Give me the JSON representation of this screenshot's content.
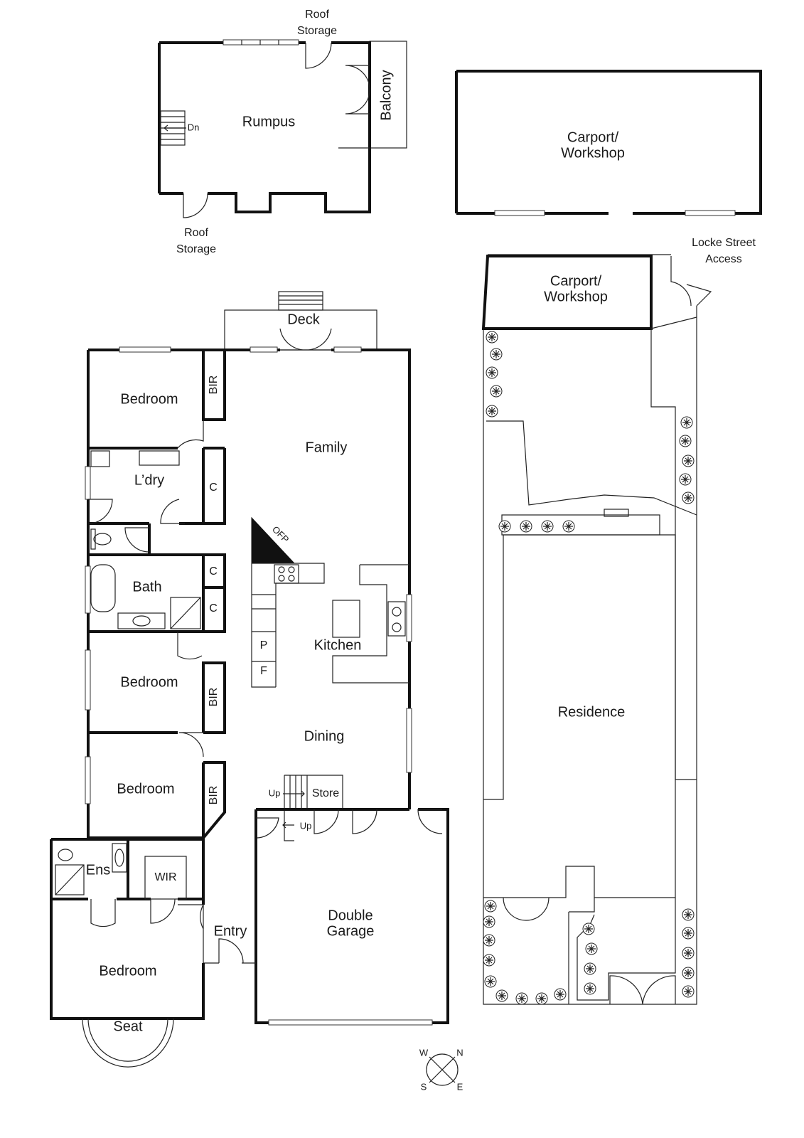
{
  "labels": {
    "roof_storage_top": [
      "Roof",
      "Storage"
    ],
    "rumpus": "Rumpus",
    "balcony": "Balcony",
    "dn": "Dn",
    "roof_storage_bottom": [
      "Roof",
      "Storage"
    ],
    "carport_workshop_top": [
      "Carport/",
      "Workshop"
    ],
    "locke_street_access": [
      "Locke Street",
      "Access"
    ],
    "carport_workshop_site": [
      "Carport/",
      "Workshop"
    ],
    "deck": "Deck",
    "bedroom_1": "Bedroom",
    "bir_1": "BIR",
    "family": "Family",
    "laundry": "L’dry",
    "cupboard_1": "C",
    "ofp": "OFP",
    "bath": "Bath",
    "cupboard_2": "C",
    "cupboard_3": "C",
    "pantry": "P",
    "fridge": "F",
    "kitchen": "Kitchen",
    "bedroom_2": "Bedroom",
    "bir_2": "BIR",
    "dining": "Dining",
    "bedroom_3": "Bedroom",
    "bir_3": "BIR",
    "up_1": "Up",
    "store": "Store",
    "up_2": "Up",
    "ensuite": "Ens",
    "wir": "WIR",
    "entry": "Entry",
    "double_garage": [
      "Double",
      "Garage"
    ],
    "bedroom_4": "Bedroom",
    "seat": "Seat",
    "residence": "Residence"
  },
  "compass": {
    "w": "W",
    "n": "N",
    "s": "S",
    "e": "E"
  }
}
